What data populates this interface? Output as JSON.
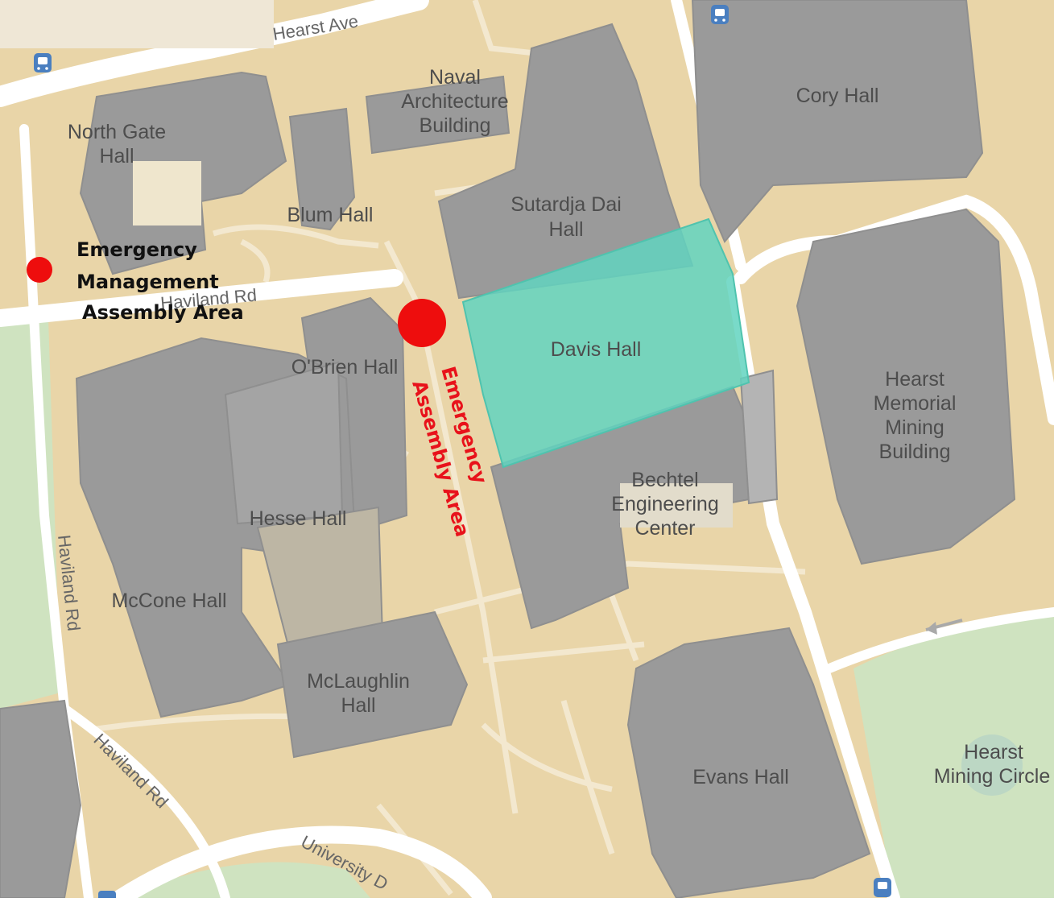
{
  "map": {
    "colors": {
      "ground": "#e9d5a8",
      "road": "#ffffff",
      "path": "#f3e8cf",
      "building": "#9a9a9a",
      "building_dark": "#8a8a8a",
      "lawn": "#cfe3c0",
      "highlight": "#62d3bf",
      "marker": "#ee0d0d",
      "transit": "#4a7fc0"
    },
    "streets": {
      "hearst_ave": "Hearst Ave",
      "haviland_rd_top": "Haviland Rd",
      "haviland_rd_side": "Haviland Rd",
      "haviland_rd_bottom": "Haviland Rd",
      "university": "University D"
    },
    "buildings": {
      "north_gate": [
        "North Gate",
        "Hall"
      ],
      "naval": [
        "Naval",
        "Architecture",
        "Building"
      ],
      "cory": "Cory Hall",
      "blum": "Blum Hall",
      "sutardja": [
        "Sutardja Dai",
        "Hall"
      ],
      "davis": "Davis Hall",
      "obrien": "O'Brien Hall",
      "hearst_mining": [
        "Hearst",
        "Memorial",
        "Mining",
        "Building"
      ],
      "bechtel": [
        "Bechtel",
        "Engineering",
        "Center"
      ],
      "hesse": "Hesse Hall",
      "mccone": "McCone Hall",
      "mclaughlin": [
        "McLaughlin",
        "Hall"
      ],
      "evans": "Evans Hall",
      "hearst_circle": [
        "Hearst",
        "Mining Circle"
      ]
    },
    "legend": {
      "lines": [
        "Emergency",
        "Management",
        "Assembly Area"
      ],
      "marker_icon": "red-dot-icon"
    },
    "assembly": {
      "lines": [
        "Emergency",
        "Assembly  Area"
      ],
      "marker_icon": "red-dot-icon"
    },
    "icons": [
      "transit-stop-icon",
      "direction-arrow-icon"
    ]
  }
}
